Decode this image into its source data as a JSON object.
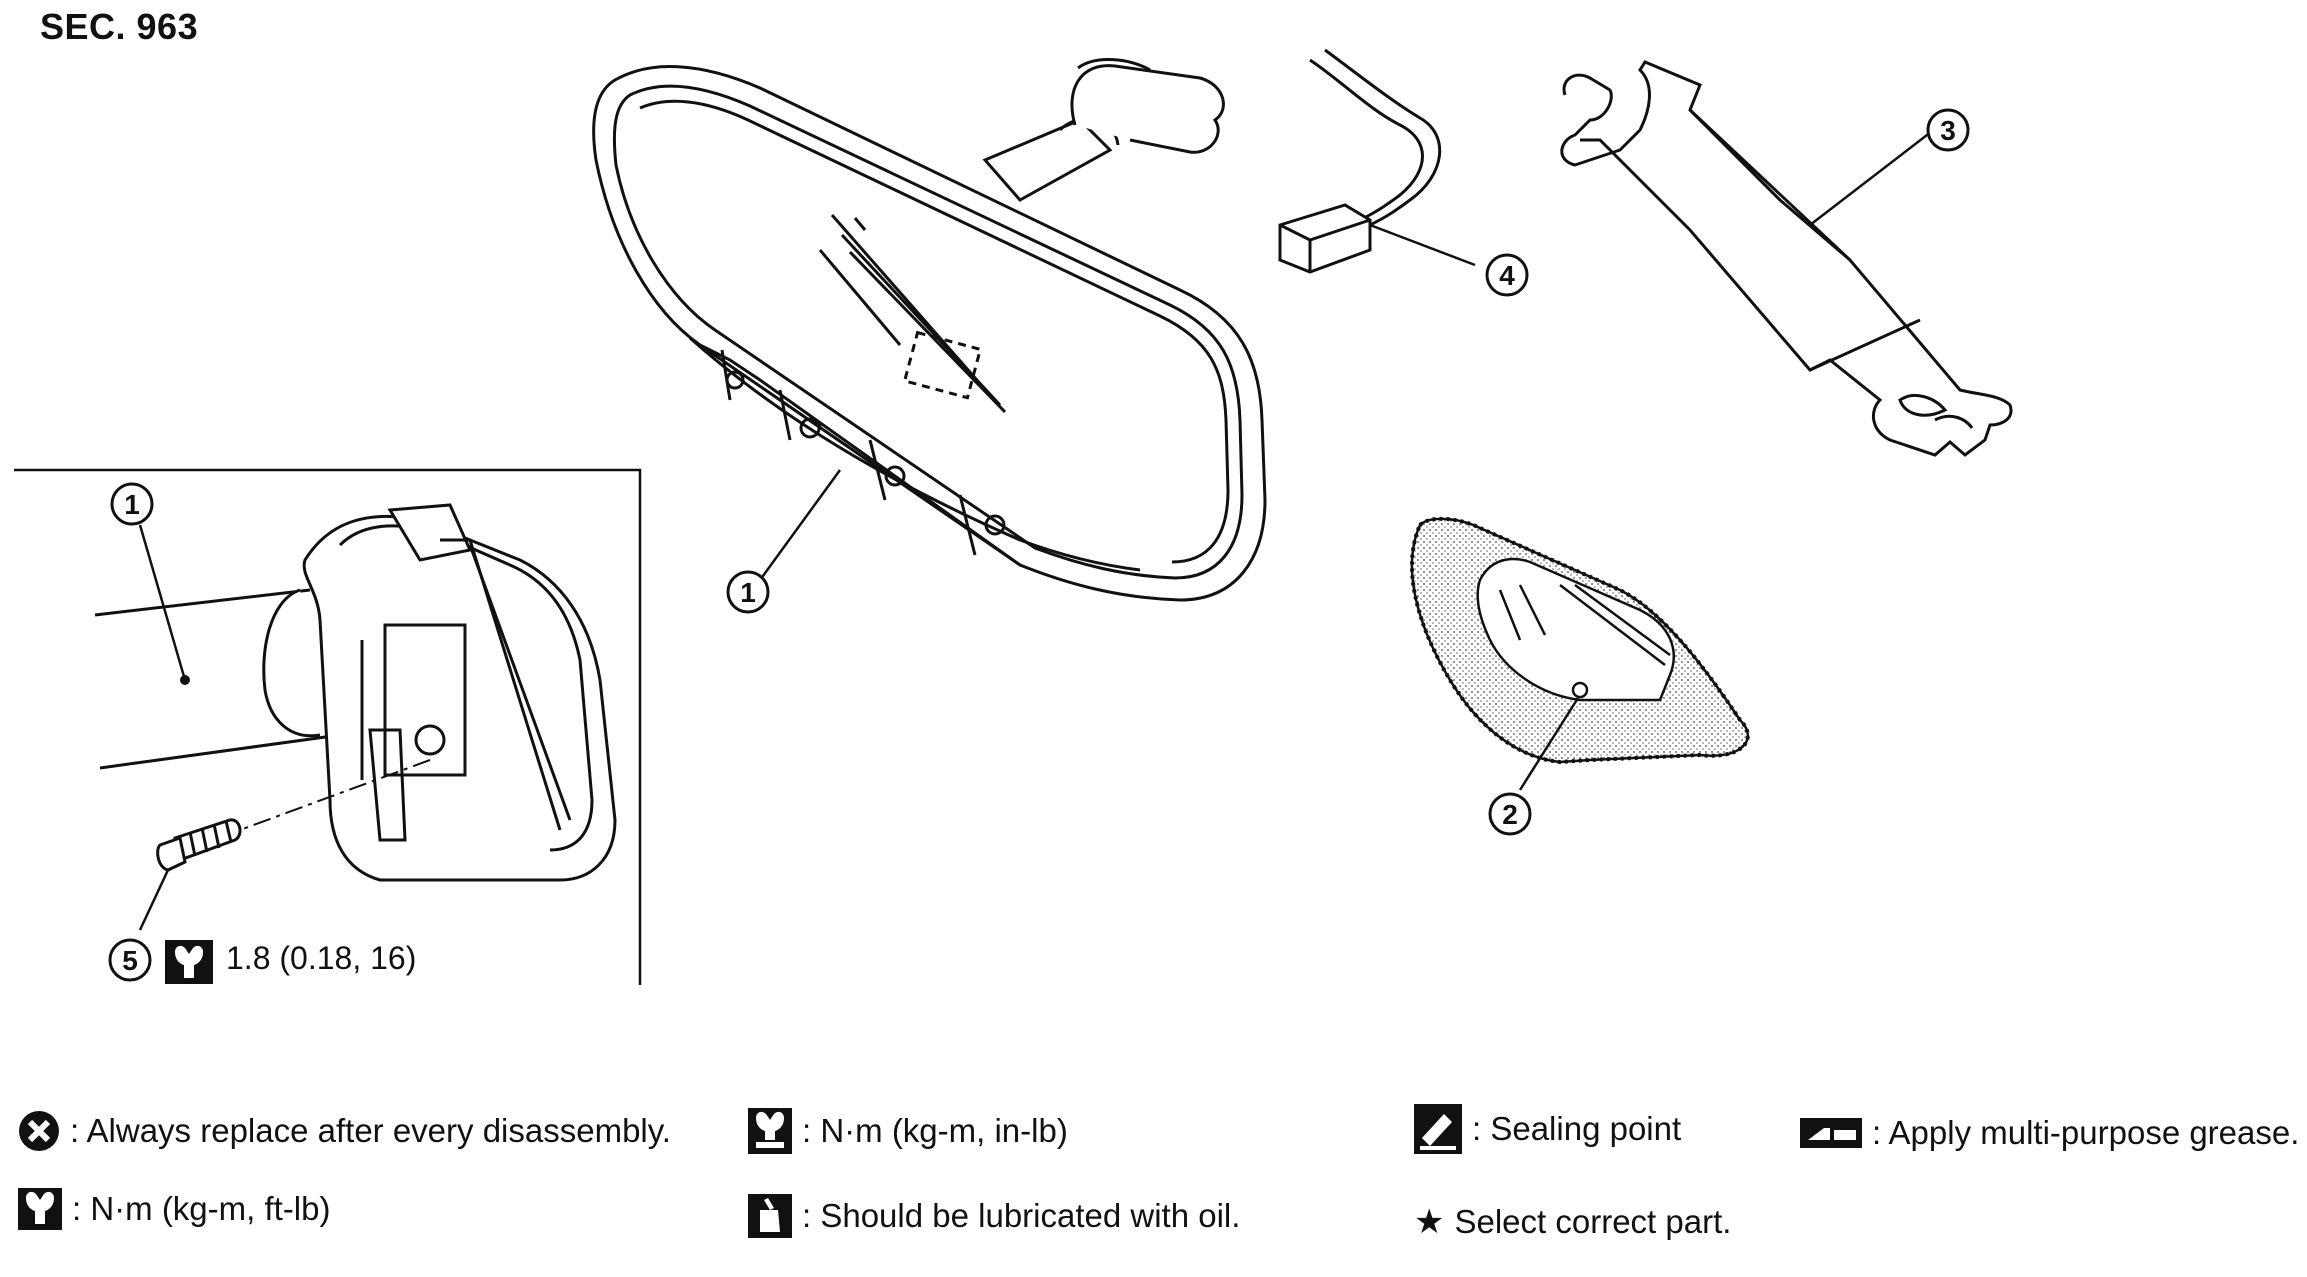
{
  "section": {
    "label": "SEC. 963"
  },
  "callouts": {
    "c1_main": "1",
    "c1_inset": "1",
    "c2": "2",
    "c3": "3",
    "c4": "4",
    "c5": "5"
  },
  "torque": {
    "value": "1.8 (0.18, 16)"
  },
  "legend": {
    "replace": "Always replace after every disassembly.",
    "nm_ftlb": "N·m (kg-m, ft-lb)",
    "nm_inlb": "N·m (kg-m, in-lb)",
    "lubricate": "Should be lubricated with oil.",
    "sealing": "Sealing point",
    "select": "Select correct part.",
    "grease": "Apply multi-purpose grease."
  },
  "icons": {
    "replace": "replace-x-icon",
    "torque_ftlb": "torque-wrench-icon",
    "torque_inlb": "torque-wrench-small-icon",
    "oil": "oil-can-icon",
    "sealing": "sealant-tube-icon",
    "star": "star-icon",
    "grease": "grease-gun-icon"
  },
  "colors": {
    "line": "#111111",
    "stipple": "#9a9a9a",
    "background": "#ffffff"
  }
}
